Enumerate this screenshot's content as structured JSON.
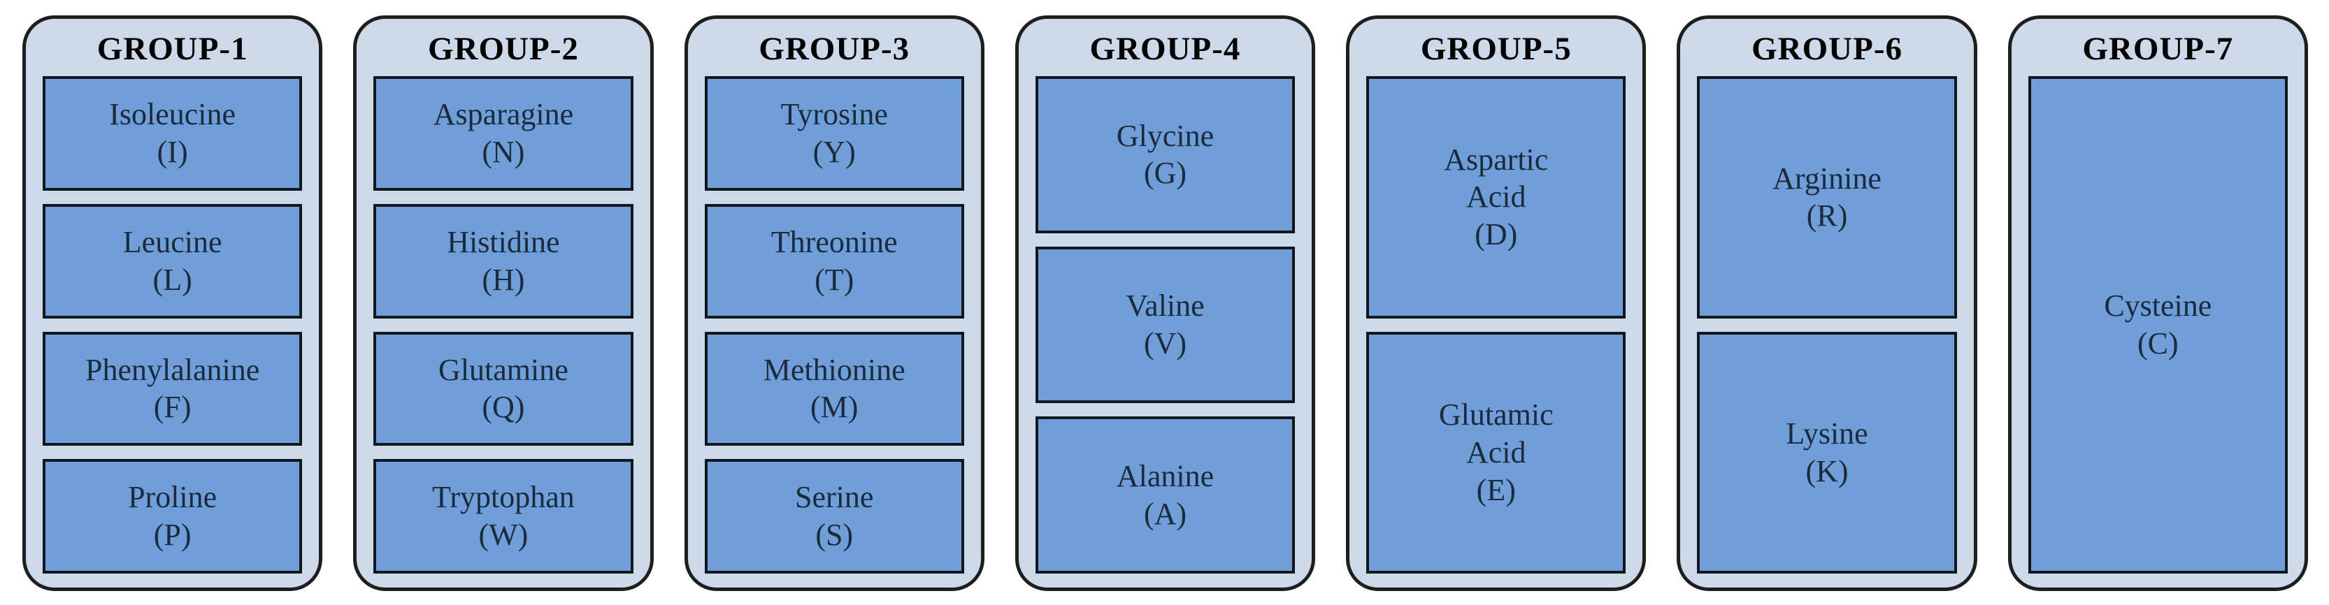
{
  "figure": {
    "description": "Amino acid grouping diagram with seven group cards"
  },
  "colors": {
    "page_background": "#ffffff",
    "card_fill": "#cdd8e8",
    "card_border": "#1e1e1e",
    "box_fill": "#6f9ed8",
    "box_border": "#10181f",
    "title_color": "#000000",
    "box_text_color": "#1b2a3d"
  },
  "groups": [
    {
      "title": "GROUP-1",
      "items": [
        {
          "name": "Isoleucine",
          "code": "(I)"
        },
        {
          "name": "Leucine",
          "code": "(L)"
        },
        {
          "name": "Phenylalanine",
          "code": "(F)"
        },
        {
          "name": "Proline",
          "code": "(P)"
        }
      ]
    },
    {
      "title": "GROUP-2",
      "items": [
        {
          "name": "Asparagine",
          "code": "(N)"
        },
        {
          "name": "Histidine",
          "code": "(H)"
        },
        {
          "name": "Glutamine",
          "code": "(Q)"
        },
        {
          "name": "Tryptophan",
          "code": "(W)"
        }
      ]
    },
    {
      "title": "GROUP-3",
      "items": [
        {
          "name": "Tyrosine",
          "code": "(Y)"
        },
        {
          "name": "Threonine",
          "code": "(T)"
        },
        {
          "name": "Methionine",
          "code": "(M)"
        },
        {
          "name": "Serine",
          "code": "(S)"
        }
      ]
    },
    {
      "title": "GROUP-4",
      "items": [
        {
          "name": "Glycine",
          "code": "(G)"
        },
        {
          "name": "Valine",
          "code": "(V)"
        },
        {
          "name": "Alanine",
          "code": "(A)"
        }
      ]
    },
    {
      "title": "GROUP-5",
      "items": [
        {
          "name": "Aspartic\nAcid",
          "code": "(D)"
        },
        {
          "name": "Glutamic\nAcid",
          "code": "(E)"
        }
      ]
    },
    {
      "title": "GROUP-6",
      "items": [
        {
          "name": "Arginine",
          "code": "(R)"
        },
        {
          "name": "Lysine",
          "code": "(K)"
        }
      ]
    },
    {
      "title": "GROUP-7",
      "items": [
        {
          "name": "Cysteine",
          "code": "(C)"
        }
      ]
    }
  ]
}
